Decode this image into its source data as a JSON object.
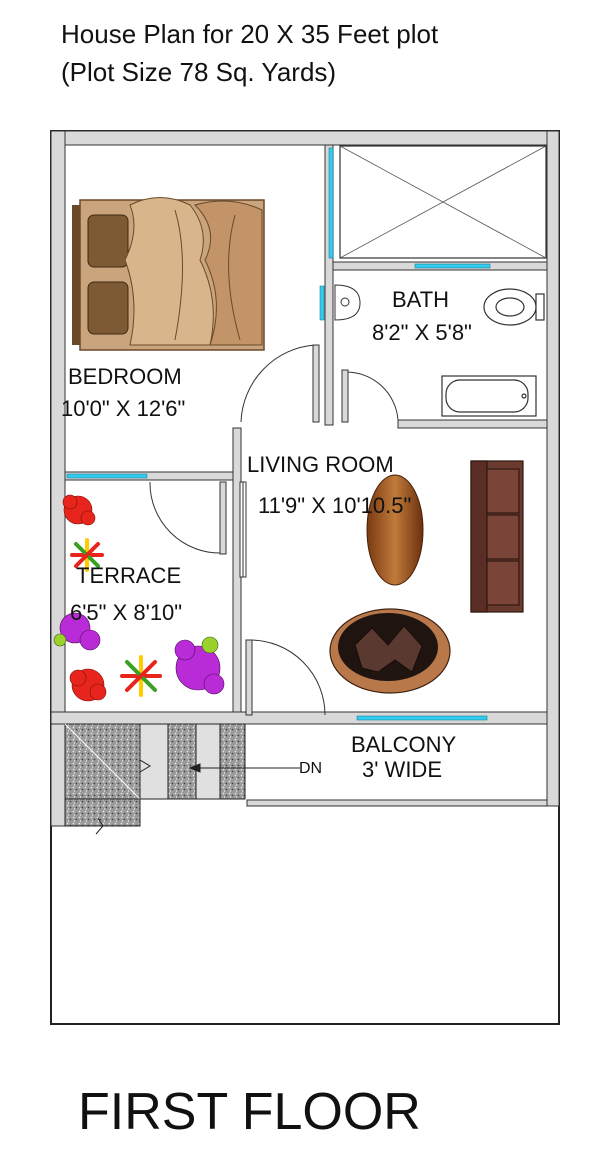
{
  "title": {
    "line1": "House Plan for 20 X 35 Feet plot",
    "line2": "(Plot Size 78 Sq. Yards)"
  },
  "rooms": {
    "bedroom": {
      "name": "BEDROOM",
      "size": "10'0\" X 12'6\""
    },
    "bath": {
      "name": "BATH",
      "size": "8'2\" X 5'8\""
    },
    "living": {
      "name": "LIVING ROOM",
      "size": "11'9\" X 10'10.5\""
    },
    "terrace": {
      "name": "TERRACE",
      "size": "6'5\" X 8'10\""
    },
    "balcony": {
      "name": "BALCONY",
      "size": "3' WIDE"
    }
  },
  "stair_label": "DN",
  "floor_label": "FIRST FLOOR",
  "colors": {
    "wall": "#d9d9d9",
    "window": "#33ccee",
    "sofa": "#6b3a2e",
    "table": "#8b4a1f",
    "stair": "#7a7a7a",
    "bed": "#c9a27a"
  }
}
